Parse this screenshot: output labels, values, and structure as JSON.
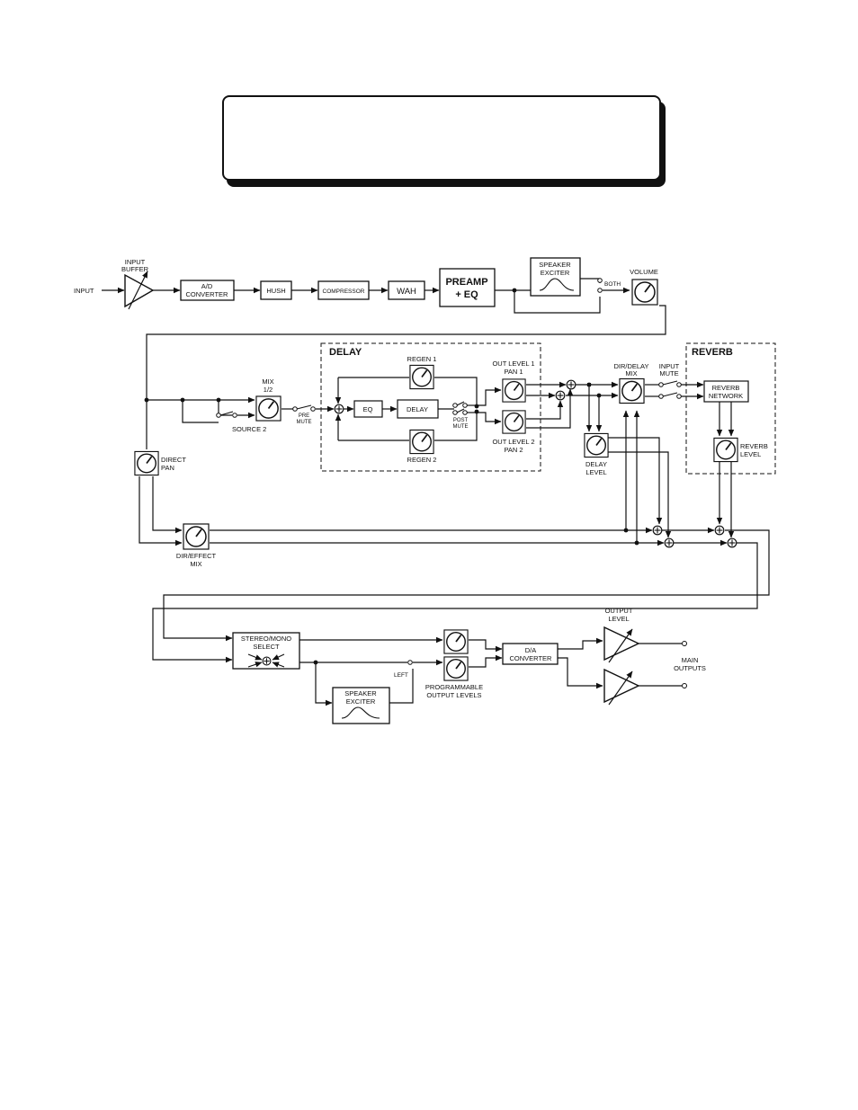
{
  "title_card": {},
  "labels": {
    "input": "INPUT",
    "input_buffer": [
      "INPUT",
      "BUFFER"
    ],
    "ad_converter": [
      "A/D",
      "CONVERTER"
    ],
    "hush": "HUSH",
    "compressor": "COMPRESSOR",
    "wah": "WAH",
    "preamp": [
      "PREAMP",
      "+ EQ"
    ],
    "speaker_exciter_top": [
      "SPEAKER",
      "EXCITER"
    ],
    "both": "BOTH",
    "volume": "VOLUME",
    "delay_section": "DELAY",
    "reverb_section": "REVERB",
    "mix_12": [
      "MIX",
      "1/2"
    ],
    "source_2": "SOURCE 2",
    "pre_mute": [
      "PRE",
      "MUTE"
    ],
    "regen_1": "REGEN 1",
    "regen_2": "REGEN 2",
    "eq": "EQ",
    "delay_box": "DELAY",
    "post_mute": [
      "POST",
      "MUTE"
    ],
    "out_level_1": [
      "OUT LEVEL 1",
      "PAN 1"
    ],
    "out_level_2": [
      "OUT LEVEL 2",
      "PAN 2"
    ],
    "dir_delay_mix": [
      "DIR/DELAY",
      "MIX"
    ],
    "input_mute": [
      "INPUT",
      "MUTE"
    ],
    "reverb_network": [
      "REVERB",
      "NETWORK"
    ],
    "delay_level": [
      "DELAY",
      "LEVEL"
    ],
    "reverb_level": [
      "REVERB",
      "LEVEL"
    ],
    "direct_pan": [
      "DIRECT",
      "PAN"
    ],
    "dir_effect_mix": [
      "DIR/EFFECT",
      "MIX"
    ],
    "stereo_mono_select": [
      "STEREO/MONO",
      "SELECT"
    ],
    "left": "LEFT",
    "speaker_exciter_bottom": [
      "SPEAKER",
      "EXCITER"
    ],
    "programmable_output_levels": [
      "PROGRAMMABLE",
      "OUTPUT LEVELS"
    ],
    "da_converter": [
      "D/A",
      "CONVERTER"
    ],
    "output_level": [
      "OUTPUT",
      "LEVEL"
    ],
    "main_outputs": [
      "MAIN",
      "OUTPUTS"
    ]
  }
}
